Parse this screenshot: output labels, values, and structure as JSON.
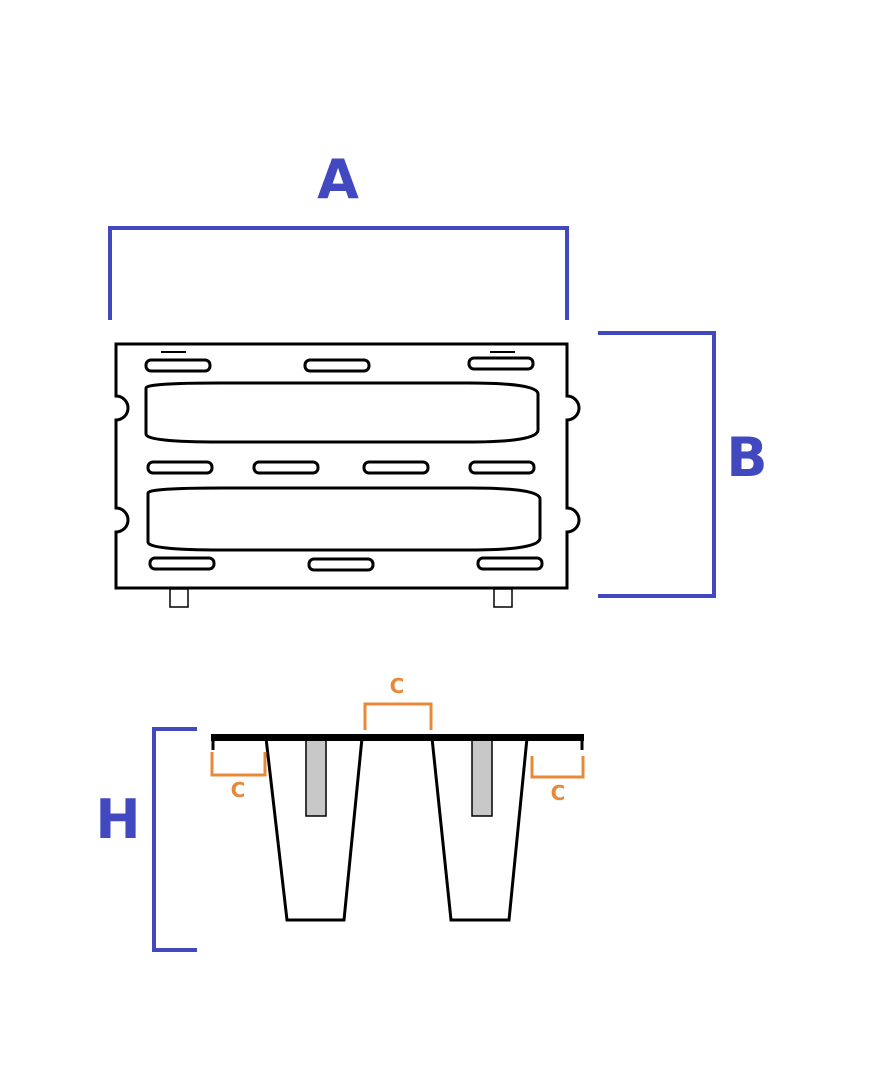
{
  "colors": {
    "dimension": "#4249c0",
    "sub_dimension": "#e8893a",
    "outline": "#000000",
    "post": "#c8c8c8"
  },
  "labels": {
    "a": "A",
    "b": "B",
    "h": "H",
    "c_top": "C",
    "c_left": "C",
    "c_right": "C"
  }
}
